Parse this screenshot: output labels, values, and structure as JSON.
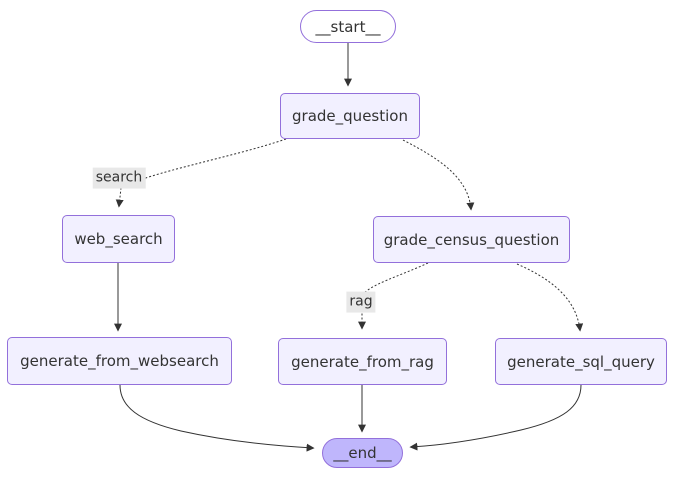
{
  "diagram": {
    "type": "flowchart",
    "direction": "top-down",
    "colors": {
      "background": "#ffffff",
      "node_fill": "#f2f0ff",
      "node_border": "#9370db",
      "start_fill": "#ffffff",
      "end_fill": "#bfb6fc",
      "edge_color": "#333333",
      "edge_label_bg": "#e8e8e8",
      "text_color": "#333333"
    },
    "nodes": {
      "start": {
        "label": "__start__",
        "shape": "stadium"
      },
      "grade_question": {
        "label": "grade_question",
        "shape": "rounded-rect"
      },
      "web_search": {
        "label": "web_search",
        "shape": "rounded-rect"
      },
      "grade_census_question": {
        "label": "grade_census_question",
        "shape": "rounded-rect"
      },
      "generate_from_websearch": {
        "label": "generate_from_websearch",
        "shape": "rounded-rect"
      },
      "generate_from_rag": {
        "label": "generate_from_rag",
        "shape": "rounded-rect"
      },
      "generate_sql_query": {
        "label": "generate_sql_query",
        "shape": "rounded-rect"
      },
      "end": {
        "label": "__end__",
        "shape": "stadium"
      }
    },
    "edges": [
      {
        "from": "__start__",
        "to": "grade_question",
        "style": "solid",
        "label": ""
      },
      {
        "from": "grade_question",
        "to": "web_search",
        "style": "dotted",
        "label": "search"
      },
      {
        "from": "grade_question",
        "to": "grade_census_question",
        "style": "dotted",
        "label": ""
      },
      {
        "from": "web_search",
        "to": "generate_from_websearch",
        "style": "solid",
        "label": ""
      },
      {
        "from": "grade_census_question",
        "to": "generate_from_rag",
        "style": "dotted",
        "label": "rag"
      },
      {
        "from": "grade_census_question",
        "to": "generate_sql_query",
        "style": "dotted",
        "label": ""
      },
      {
        "from": "generate_from_websearch",
        "to": "__end__",
        "style": "solid",
        "label": ""
      },
      {
        "from": "generate_from_rag",
        "to": "__end__",
        "style": "solid",
        "label": ""
      },
      {
        "from": "generate_sql_query",
        "to": "__end__",
        "style": "solid",
        "label": ""
      }
    ]
  }
}
